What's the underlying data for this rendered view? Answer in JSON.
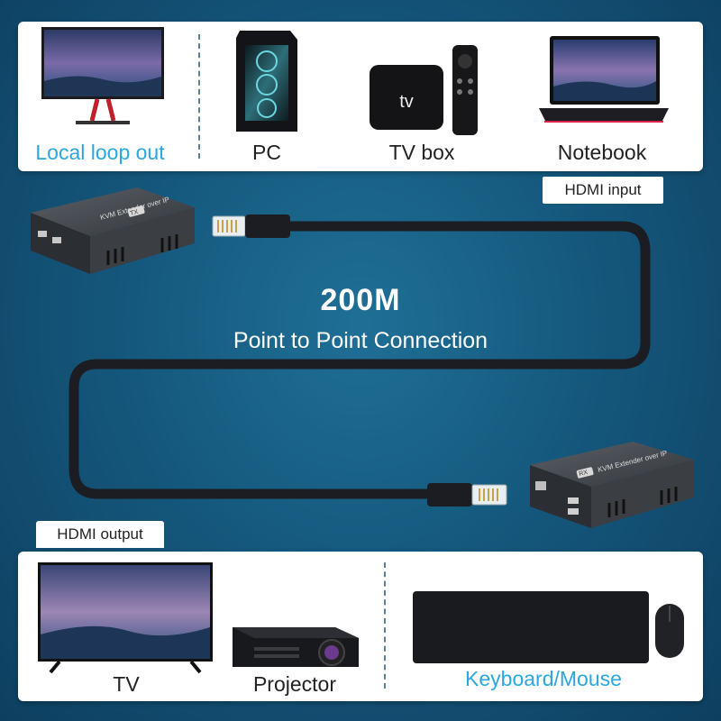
{
  "top_devices": {
    "loop_out": "Local loop out",
    "pc": "PC",
    "tv_box": "TV box",
    "notebook": "Notebook",
    "tv_box_logo": "tv"
  },
  "hdmi_input_label": "HDMI input",
  "connection": {
    "speed": "200M",
    "description": "Point to Point Connection"
  },
  "extenders": {
    "transmitter_badge": "TX",
    "transmitter_label": "KVM Extender over IP",
    "receiver_badge": "RX",
    "receiver_label": "KVM Extender over IP"
  },
  "hdmi_output_label": "HDMI output",
  "bottom_devices": {
    "tv": "TV",
    "projector": "Projector",
    "keyboard_mouse": "Keyboard/Mouse"
  },
  "colors": {
    "background": "#15587d",
    "accent": "#2aa7e0",
    "cable": "#1b1d22"
  }
}
